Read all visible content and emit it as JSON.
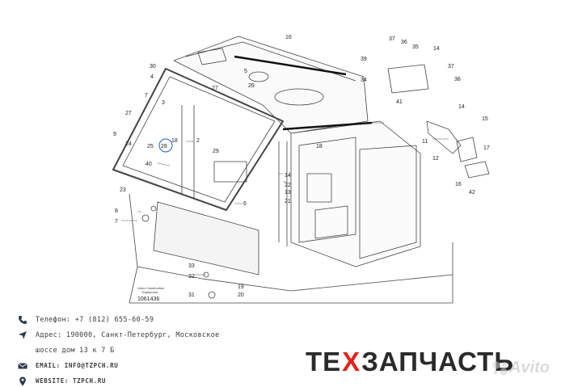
{
  "diagram": {
    "part_labels": [
      "16",
      "30",
      "4",
      "5",
      "7",
      "26",
      "27",
      "3",
      "27",
      "9",
      "24",
      "25",
      "28",
      "18",
      "2",
      "29",
      "40",
      "23",
      "8",
      "7",
      "6",
      "22",
      "21",
      "14",
      "13",
      "18",
      "33",
      "32",
      "31",
      "19",
      "20",
      "39",
      "37",
      "35",
      "36",
      "34",
      "41",
      "14",
      "37",
      "38",
      "14",
      "15",
      "11",
      "17",
      "12",
      "16",
      "42"
    ],
    "caption_line1": "Volvo Construction",
    "caption_line2": "Equipment",
    "figure_number": "1061436"
  },
  "contacts": {
    "phone": "Телефон: +7 (812) 655-60-59",
    "address_line1": "Адрес: 190000, Санкт-Петербург, Московское",
    "address_line2": "шоссе дом 13 к 7 Б",
    "email": "EMAIL: INFO@TZPCH.RU",
    "website": "WEBSITE: TZPCH.RU"
  },
  "brand": {
    "part1": "ТЕ",
    "part2": "Х",
    "part3": "ЗАПЧАСТЬ"
  },
  "watermark": {
    "text": "Avito"
  }
}
